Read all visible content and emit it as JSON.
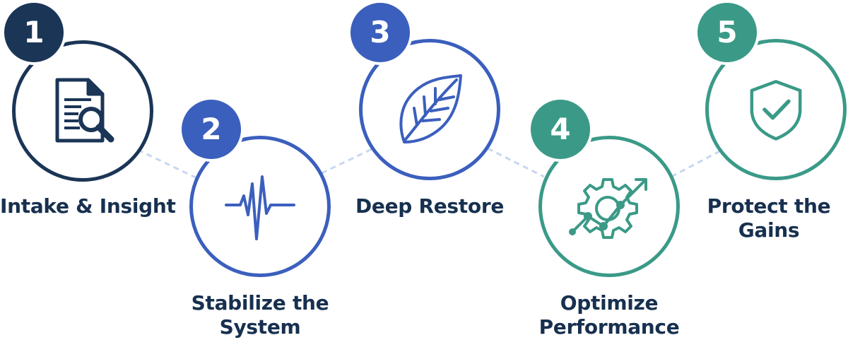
{
  "colors": {
    "navy": "#1b3556",
    "blue": "#3b5fbd",
    "teal": "#3a9a87",
    "text": "#17304f",
    "connector": "#c7d7f1"
  },
  "steps": [
    {
      "number": "1",
      "lines": [
        "Intake & Insight"
      ],
      "icon": "document-magnifier-icon",
      "color": "#1b3556"
    },
    {
      "number": "2",
      "lines": [
        "Stabilize the",
        "System"
      ],
      "icon": "heartbeat-pulse-icon",
      "color": "#3b5fbd"
    },
    {
      "number": "3",
      "lines": [
        "Deep Restore"
      ],
      "icon": "leaf-icon",
      "color": "#3b5fbd"
    },
    {
      "number": "4",
      "lines": [
        "Optimize",
        "Performance"
      ],
      "icon": "gear-growth-chart-icon",
      "color": "#3a9a87"
    },
    {
      "number": "5",
      "lines": [
        "Protect the",
        "Gains"
      ],
      "icon": "shield-check-icon",
      "color": "#3a9a87"
    }
  ]
}
